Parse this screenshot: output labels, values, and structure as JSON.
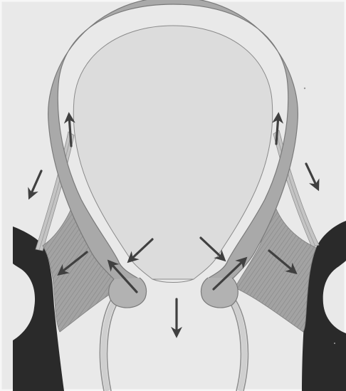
{
  "figure": {
    "type": "anatomical-diagram",
    "labels": [],
    "colors": {
      "paper": "#e9e9e9",
      "paper_edge": "#f4f4f4",
      "cavity": "#dcdcdc",
      "wall": "#a9a9a9",
      "wall_shadow": "#8f8f8f",
      "muscle": "#9d9d9d",
      "tendon": "#c4c4c4",
      "bone": "#2a2a2a",
      "arrow": "#404040",
      "line": "#6f6f6f"
    },
    "arrows": [
      {
        "name": "arrow-upper-left-wall",
        "direction": "up"
      },
      {
        "name": "arrow-upper-right-wall",
        "direction": "up"
      },
      {
        "name": "arrow-outer-left",
        "direction": "down-left"
      },
      {
        "name": "arrow-outer-right",
        "direction": "down-right"
      },
      {
        "name": "arrow-left-muscle",
        "direction": "down-left"
      },
      {
        "name": "arrow-right-muscle",
        "direction": "down-right"
      },
      {
        "name": "arrow-inner-left-down",
        "direction": "down-left"
      },
      {
        "name": "arrow-inner-right-down",
        "direction": "down-right"
      },
      {
        "name": "arrow-inner-left-up",
        "direction": "up-left"
      },
      {
        "name": "arrow-inner-right-up",
        "direction": "up-right"
      },
      {
        "name": "arrow-center-down",
        "direction": "down"
      }
    ]
  }
}
